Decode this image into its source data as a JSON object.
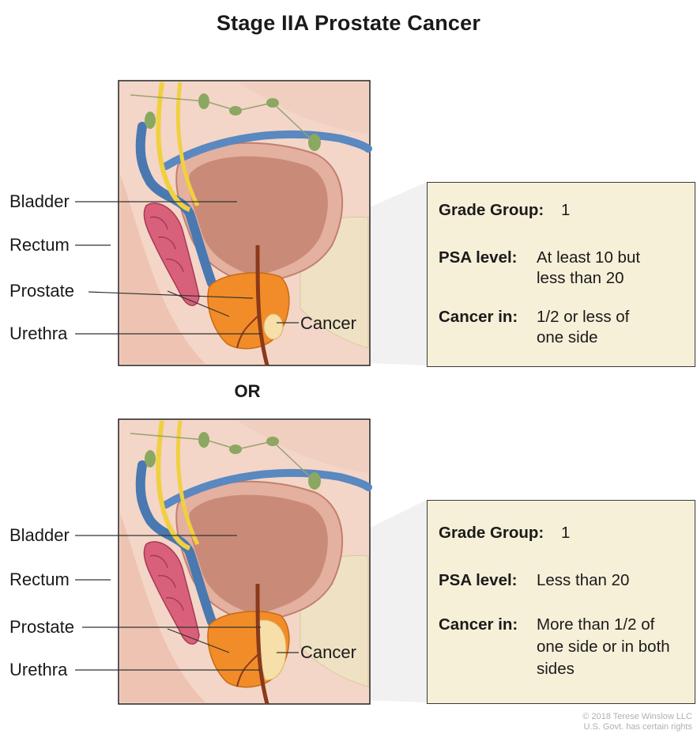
{
  "title": "Stage IIA Prostate Cancer",
  "separator": "OR",
  "panels": [
    {
      "labels": {
        "bladder": "Bladder",
        "rectum": "Rectum",
        "prostate": "Prostate",
        "urethra": "Urethra",
        "cancer": "Cancer"
      },
      "info": {
        "grade_key": "Grade Group:",
        "grade_value": "1",
        "psa_key": "PSA level:",
        "psa_line1": "At least 10 but",
        "psa_line2": "less than 20",
        "cancer_key": "Cancer in:",
        "cancer_line1": "1/2 or less of",
        "cancer_line2": "one side",
        "cancer_line3": ""
      }
    },
    {
      "labels": {
        "bladder": "Bladder",
        "rectum": "Rectum",
        "prostate": "Prostate",
        "urethra": "Urethra",
        "cancer": "Cancer"
      },
      "info": {
        "grade_key": "Grade Group:",
        "grade_value": "1",
        "psa_key": "PSA level:",
        "psa_line1": "Less than 20",
        "psa_line2": "",
        "cancer_key": "Cancer in:",
        "cancer_line1": "More than 1/2 of",
        "cancer_line2": "one side or in both",
        "cancer_line3": "sides"
      }
    }
  ],
  "copyright": {
    "line1": "© 2018 Terese Winslow LLC",
    "line2": "U.S. Govt. has certain rights"
  },
  "colors": {
    "tissue": "#e8b8a8",
    "bladder": "#c98b78",
    "prostate": "#f28c28",
    "tumor": "#f6dfa8",
    "rectum": "#d9607a",
    "vein": "#4a78b0",
    "nerve": "#f0d040",
    "node": "#8aa860",
    "box": "#f7f0d8"
  }
}
